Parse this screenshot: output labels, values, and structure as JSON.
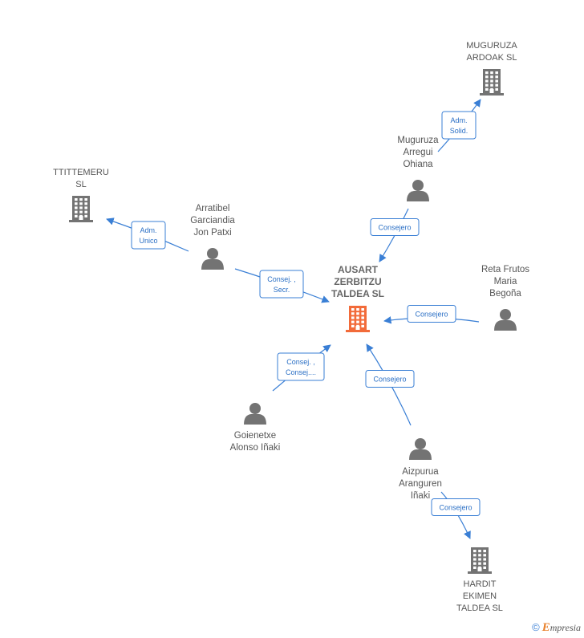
{
  "center": {
    "id": "ausart",
    "label": [
      "AUSART",
      "ZERBITZU",
      "TALDEA  SL"
    ]
  },
  "companies": [
    {
      "id": "muguruza_ardoak",
      "label": [
        "MUGURUZA",
        "ARDOAK SL"
      ]
    },
    {
      "id": "ttittemeru",
      "label": [
        "TTITTEMERU",
        "SL"
      ]
    },
    {
      "id": "hardit",
      "label": [
        "HARDIT",
        "EKIMEN",
        "TALDEA  SL"
      ]
    }
  ],
  "persons": [
    {
      "id": "muguruza_arregui",
      "label": [
        "Muguruza",
        "Arregui",
        "Ohiana"
      ]
    },
    {
      "id": "arratibel",
      "label": [
        "Arratibel",
        "Garciandia",
        "Jon Patxi"
      ]
    },
    {
      "id": "reta",
      "label": [
        "Reta Frutos",
        "Maria",
        "Begoña"
      ]
    },
    {
      "id": "goienetxe",
      "label": [
        "Goienetxe",
        "Alonso Iñaki"
      ]
    },
    {
      "id": "aizpurua",
      "label": [
        "Aizpurua",
        "Aranguren",
        "Iñaki"
      ]
    }
  ],
  "edges": [
    {
      "id": "e1",
      "from": "muguruza_arregui",
      "to": "muguruza_ardoak",
      "label": [
        "Adm.",
        "Solid."
      ]
    },
    {
      "id": "e2",
      "from": "muguruza_arregui",
      "to": "ausart",
      "label": [
        "Consejero"
      ]
    },
    {
      "id": "e3",
      "from": "arratibel",
      "to": "ttittemeru",
      "label": [
        "Adm.",
        "Unico"
      ]
    },
    {
      "id": "e4",
      "from": "arratibel",
      "to": "ausart",
      "label": [
        "Consej. ,",
        "Secr."
      ]
    },
    {
      "id": "e5",
      "from": "reta",
      "to": "ausart",
      "label": [
        "Consejero"
      ]
    },
    {
      "id": "e6",
      "from": "goienetxe",
      "to": "ausart",
      "label": [
        "Consej. ,",
        "Consej...."
      ]
    },
    {
      "id": "e7",
      "from": "aizpurua",
      "to": "ausart",
      "label": [
        "Consejero"
      ]
    },
    {
      "id": "e8",
      "from": "aizpurua",
      "to": "hardit",
      "label": [
        "Consejero"
      ]
    }
  ],
  "colors": {
    "center_icon": "#f26b3a",
    "company_icon": "#737373",
    "person_icon": "#737373",
    "edge": "#3a7fd5"
  },
  "footer": {
    "copyright_symbol": "©",
    "brand_initial": "E",
    "brand_rest": "mpresia"
  }
}
